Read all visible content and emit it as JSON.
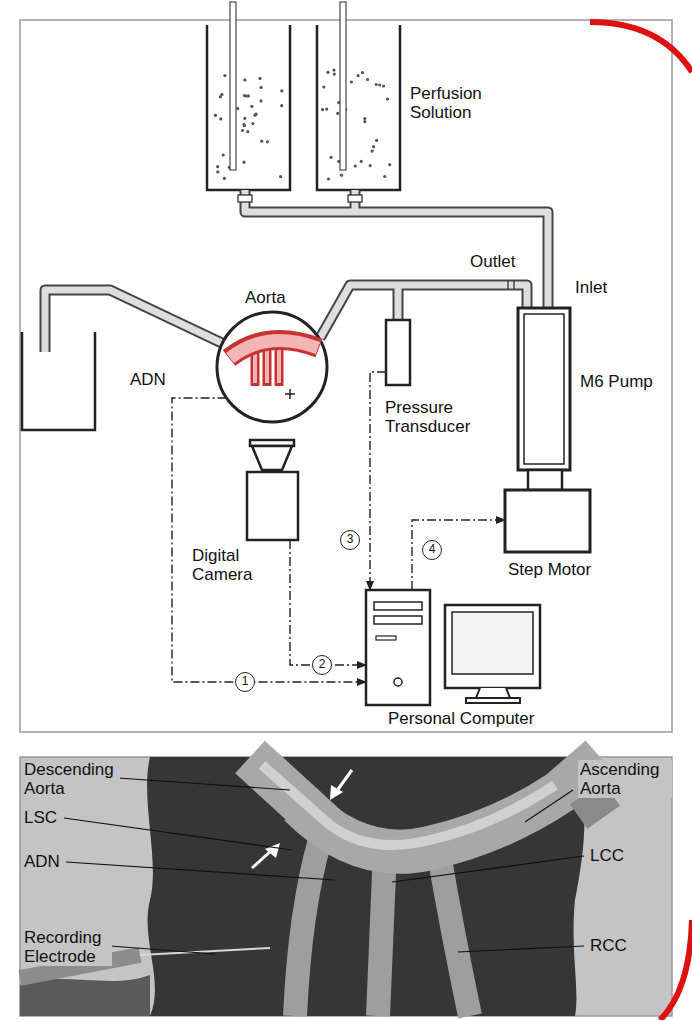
{
  "diagram": {
    "nodes": [
      {
        "text": [
          "Aorta"
        ]
      },
      {
        "text": [
          "Pressure Transducer"
        ]
      },
      {
        "text": [
          "M6 Pump"
        ]
      },
      {
        "text": [
          "Step Motor"
        ]
      },
      {
        "text": [
          "Digital Camera"
        ]
      },
      {
        "text": [
          "Personal Computer"
        ]
      }
    ],
    "edges": [
      {
        "from": 0,
        "to": 5,
        "arrow": "to",
        "label": "1"
      },
      {
        "from": 4,
        "to": 5,
        "arrow": "to",
        "label": "2"
      },
      {
        "from": 1,
        "to": 5,
        "arrow": "to",
        "label": "3"
      },
      {
        "from": 5,
        "to": 3,
        "arrow": "to",
        "label": "4"
      }
    ],
    "labels": [
      "Perfusion Solution",
      "Outlet",
      "Inlet",
      "ADN",
      "Descending Aorta",
      "LSC",
      "ADN",
      "Recording Electrode",
      "Ascending Aorta",
      "LCC",
      "RCC"
    ]
  }
}
